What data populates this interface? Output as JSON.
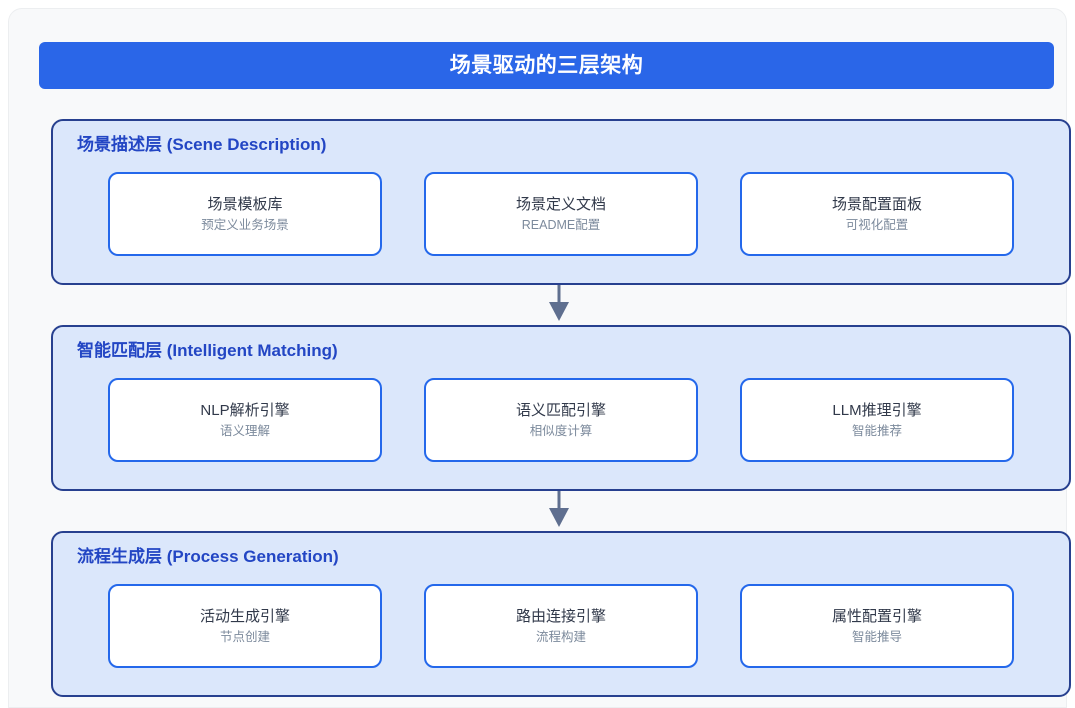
{
  "title": {
    "text": "场景驱动的三层架构"
  },
  "colors": {
    "banner_bg": "#2a66e8",
    "layer_bg": "#dbe7fb",
    "layer_border": "#27408f",
    "layer_header_text": "#2346c4",
    "card_bg": "#ffffff",
    "card_border": "#2468eb",
    "card_title_text": "#31394a",
    "card_sub_text": "#7c8a9c",
    "arrow": "#5f6f8f",
    "page_bg": "#f8f9fa"
  },
  "layers": [
    {
      "header": "场景描述层 (Scene Description)",
      "header_cn": "场景描述层",
      "header_en": "(Scene Description)",
      "cards": [
        {
          "title": "场景模板库",
          "subtitle": "预定义业务场景"
        },
        {
          "title": "场景定义文档",
          "subtitle": "README配置"
        },
        {
          "title": "场景配置面板",
          "subtitle": "可视化配置"
        }
      ]
    },
    {
      "header": "智能匹配层 (Intelligent Matching)",
      "header_cn": "智能匹配层",
      "header_en": "(Intelligent Matching)",
      "cards": [
        {
          "title": "NLP解析引擎",
          "subtitle": "语义理解"
        },
        {
          "title": "语义匹配引擎",
          "subtitle": "相似度计算"
        },
        {
          "title": "LLM推理引擎",
          "subtitle": "智能推荐"
        }
      ]
    },
    {
      "header": "流程生成层 (Process Generation)",
      "header_cn": "流程生成层",
      "header_en": "(Process Generation)",
      "cards": [
        {
          "title": "活动生成引擎",
          "subtitle": "节点创建"
        },
        {
          "title": "路由连接引擎",
          "subtitle": "流程构建"
        },
        {
          "title": "属性配置引擎",
          "subtitle": "智能推导"
        }
      ]
    }
  ],
  "connectors": [
    {
      "name": "arrow-layer1-to-layer2",
      "direction": "down"
    },
    {
      "name": "arrow-layer2-to-layer3",
      "direction": "down"
    }
  ]
}
